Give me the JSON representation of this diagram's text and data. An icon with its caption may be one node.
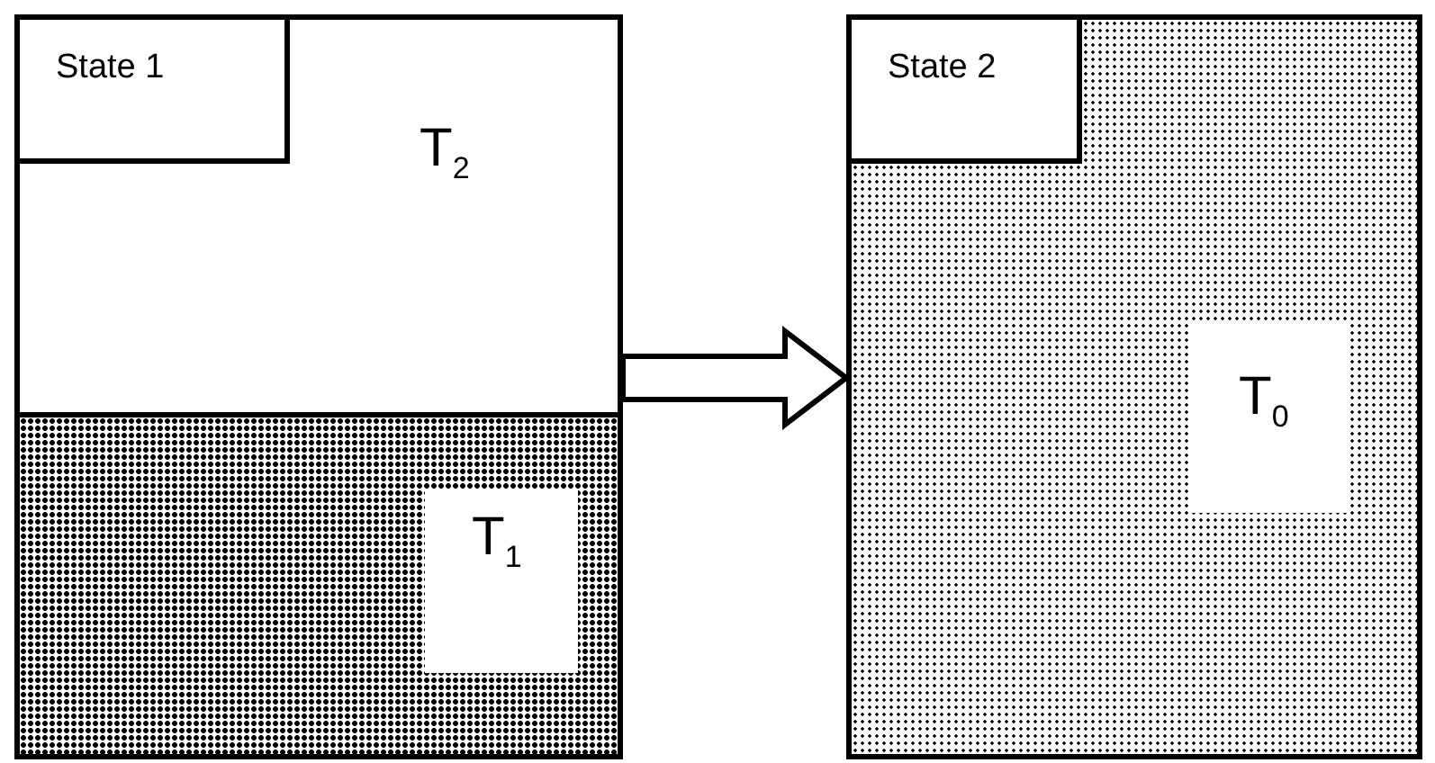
{
  "diagram": {
    "nodes": [
      {
        "text": [
          "State 1"
        ]
      },
      {
        "text": [
          "T$_{2}$"
        ],
        "in": 0
      },
      {
        "text": [
          "T$_{1}$"
        ],
        "in": 0
      },
      {
        "text": [
          "State 2",
          "T$_{0}$"
        ]
      }
    ],
    "edges": [
      {
        "from": 0,
        "to": 3,
        "arrow": "to"
      }
    ]
  }
}
